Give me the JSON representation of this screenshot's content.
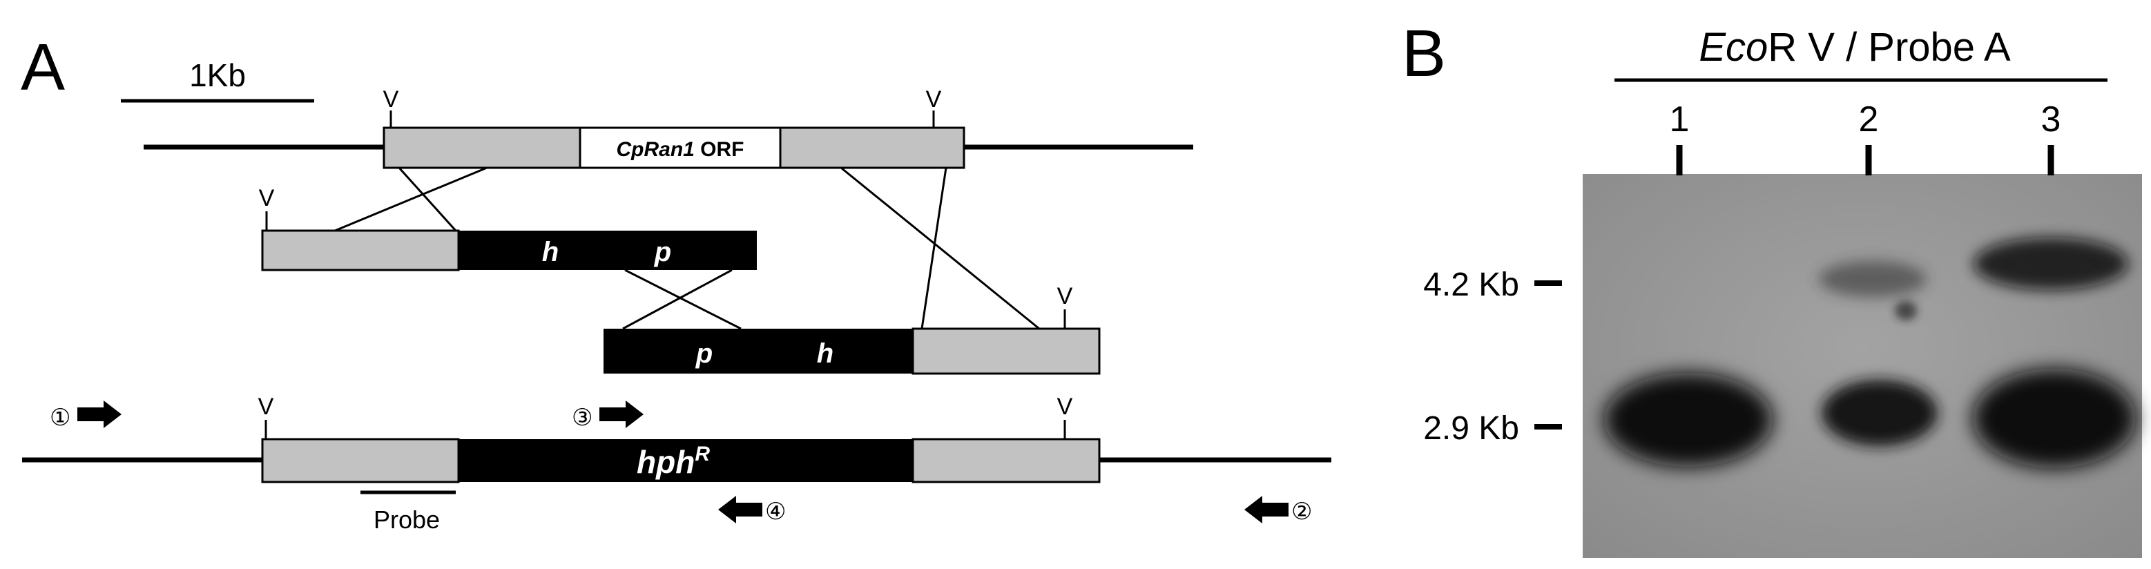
{
  "panel_a": {
    "letter": "A",
    "scale_label": "1Kb",
    "orf_gene": "CpRan1",
    "orf_suffix": " ORF",
    "site": "V",
    "h": "h",
    "p": "p",
    "hph_base": "hph",
    "hph_sup": "R",
    "probe": "Probe",
    "primer1": "①",
    "primer2": "②",
    "primer3": "③",
    "primer4": "④"
  },
  "panel_b": {
    "letter": "B",
    "header_enzyme_italic": "Eco",
    "header_rest": "R V / Probe A",
    "lanes": [
      "1",
      "2",
      "3"
    ],
    "markers": [
      "4.2 Kb",
      "2.9 Kb"
    ]
  },
  "colors": {
    "flank": "#c2c2c2",
    "cassette": "#000000",
    "blot_background": "#9a9a9a",
    "band": "#111111"
  }
}
